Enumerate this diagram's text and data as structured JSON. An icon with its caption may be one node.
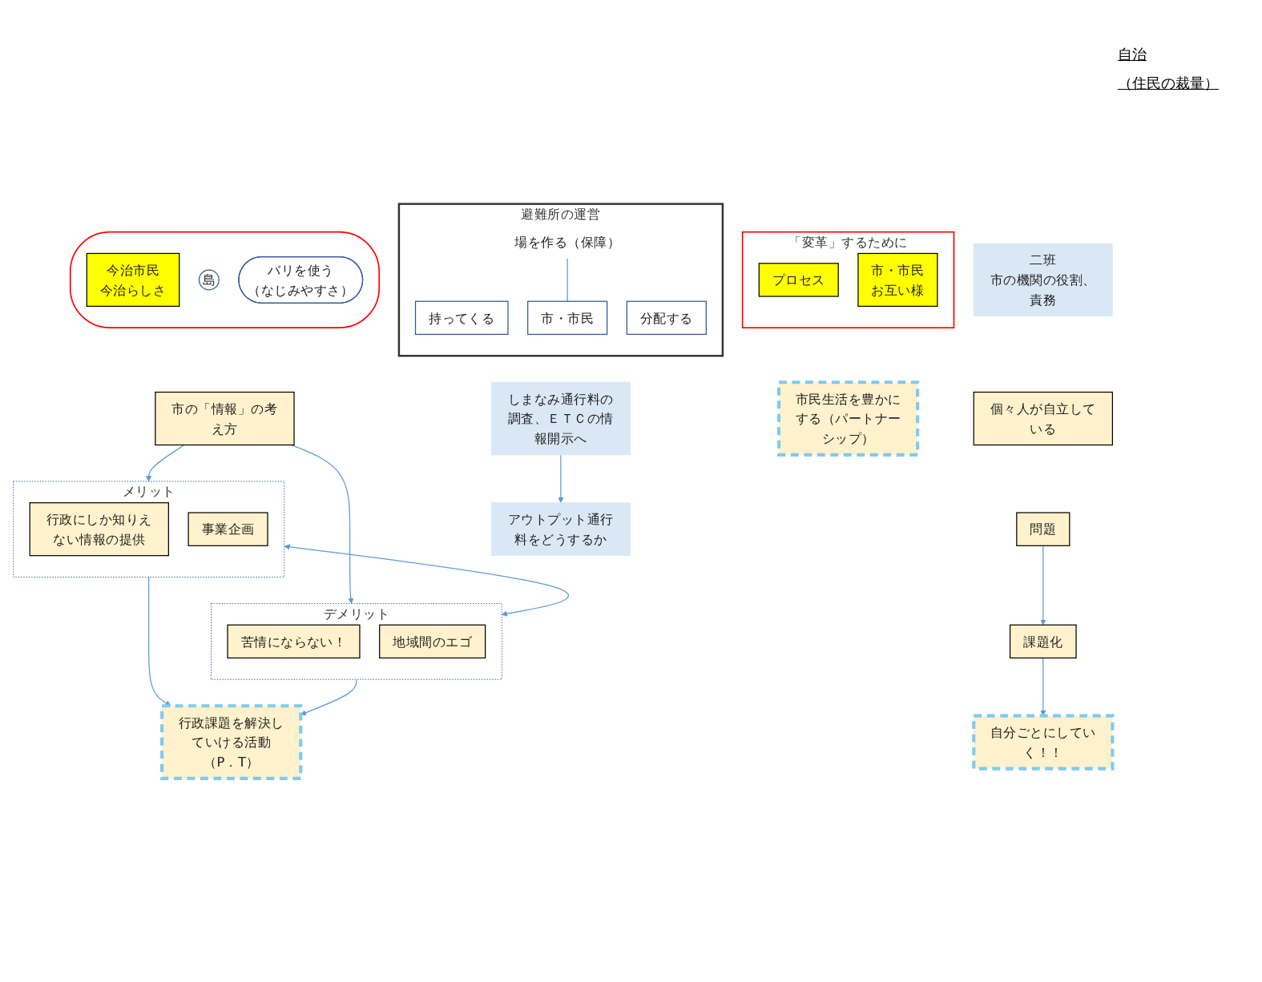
{
  "diagram": {
    "nodes": [
      {
        "text": [
          "二班",
          "市の機関の役割、責務"
        ]
      },
      {
        "text": [],
        "shape": "bubble"
      },
      {
        "text": [
          "今治市民",
          "今治らしさ"
        ],
        "in": 1
      },
      {
        "text": [
          "島"
        ],
        "in": 1
      },
      {
        "text": [
          "バリを使う",
          "（なじみやすさ）"
        ],
        "in": 1
      },
      {
        "text": [
          "「変革」するために"
        ]
      },
      {
        "text": [
          "プロセス"
        ],
        "in": 5
      },
      {
        "text": [
          "市・市民",
          "お互い様"
        ],
        "in": 5
      },
      {
        "text": [
          "個々人が自立している"
        ]
      },
      {
        "text": [
          "市の「情報」の考え方"
        ]
      },
      {
        "text": [
          "メリット"
        ]
      },
      {
        "text": [
          "行政にしか知りえない情報の提供"
        ],
        "in": 10
      },
      {
        "text": [
          "事業企画"
        ],
        "in": 10
      },
      {
        "text": [
          "市民生活を豊かにする（パートナーシップ）"
        ]
      },
      {
        "text": [
          "デメリット"
        ]
      },
      {
        "text": [
          "苦情にならない！"
        ],
        "in": 14
      },
      {
        "text": [
          "地域間のエゴ"
        ],
        "in": 14
      },
      {
        "text": [
          "行政課題を解決していける活動（P．T）"
        ]
      },
      {
        "text": [
          "問題"
        ]
      },
      {
        "text": [
          "課題化"
        ]
      },
      {
        "text": [
          "自分ごとにしていく！！"
        ]
      },
      {
        "text": [
          "避難所の運営"
        ]
      },
      {
        "text": [
          "持ってくる"
        ],
        "in": 21
      },
      {
        "text": [
          "分配する"
        ],
        "in": 21
      },
      {
        "text": [
          "場を作る（保障）"
        ],
        "in": 21
      },
      {
        "text": [
          "市・市民"
        ],
        "in": 21
      },
      {
        "text": [
          "しまなみ通行料の調査、ＥＴＣの情報開示へ"
        ]
      },
      {
        "text": [
          "アウトプット通行料をどうするか"
        ]
      }
    ],
    "edges": [
      {
        "from": 9,
        "to": 10,
        "arrow": "to"
      },
      {
        "from": 9,
        "to": 14,
        "arrow": "to"
      },
      {
        "from": 10,
        "to": 14,
        "arrow": "both"
      },
      {
        "from": 10,
        "to": 17,
        "arrow": "to"
      },
      {
        "from": 14,
        "to": 17,
        "arrow": "to"
      },
      {
        "from": 18,
        "to": 19,
        "arrow": "to"
      },
      {
        "from": 19,
        "to": 20,
        "arrow": "to"
      },
      {
        "from": 24,
        "to": 25,
        "arrow": "none"
      },
      {
        "from": 26,
        "to": 27,
        "arrow": "to"
      }
    ],
    "labels": [
      "自治",
      "（住民の裁量）"
    ]
  }
}
